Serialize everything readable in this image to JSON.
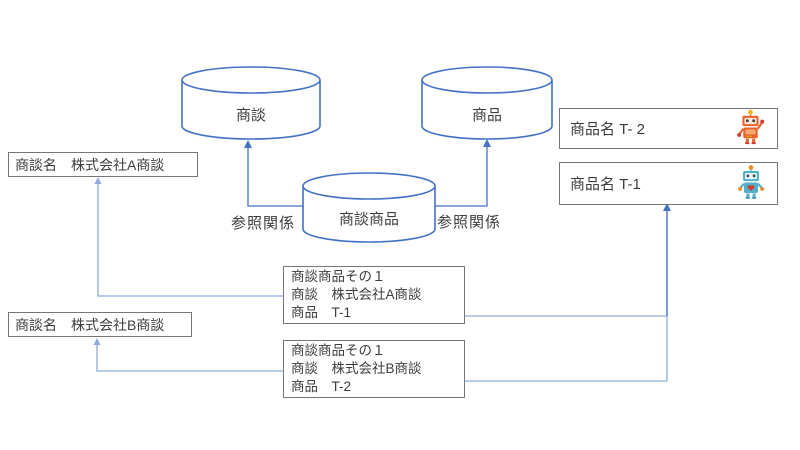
{
  "diagram": {
    "entities": {
      "opportunity": {
        "label": "商談"
      },
      "product": {
        "label": "商品"
      },
      "opportunity_product": {
        "label": "商談商品"
      }
    },
    "relation_labels": {
      "left": "参照関係",
      "right": "参照関係"
    },
    "records": {
      "opportunity_a": {
        "text": "商談名　株式会社A商談"
      },
      "opportunity_b": {
        "text": "商談名　株式会社B商談"
      },
      "product_t2": {
        "text": "商品名 T- 2",
        "icon": "orange-robot"
      },
      "product_t1": {
        "text": "商品名 T-1",
        "icon": "blue-robot"
      },
      "line_item_1": {
        "lines": [
          "商談商品その１",
          "商談　株式会社A商談",
          "商品　T-1"
        ]
      },
      "line_item_2": {
        "lines": [
          "商談商品その１",
          "商談　株式会社B商談",
          "商品　T-2"
        ]
      }
    },
    "colors": {
      "entity_stroke": "#4472C4",
      "connector_light": "#8FAADC",
      "connector_dark": "#4472C4",
      "box_border": "#767676",
      "text": "#3d3d3d",
      "robot_orange": "#E8632C",
      "robot_teal": "#4FB0C6"
    }
  }
}
